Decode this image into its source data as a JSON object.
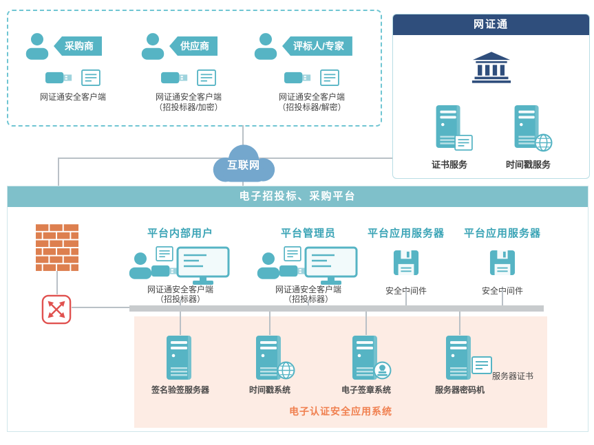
{
  "actors": {
    "items": [
      {
        "name": "采购商",
        "desc1": "网证通安全客户端",
        "desc2": ""
      },
      {
        "name": "供应商",
        "desc1": "网证通安全客户端",
        "desc2": "（招投标器/加密）"
      },
      {
        "name": "评标人/专家",
        "desc1": "网证通安全客户端",
        "desc2": "（招投标器/解密）"
      }
    ]
  },
  "internet": {
    "label": "互联网"
  },
  "netca": {
    "title": "网证通",
    "cert_service": "证书服务",
    "timestamp_service": "时间戳服务"
  },
  "platform": {
    "title": "电子招投标、采购平台",
    "col1": {
      "header": "平台内部用户",
      "desc1": "网证通安全客户端",
      "desc2": "（招投标器）"
    },
    "col2": {
      "header": "平台管理员",
      "desc1": "网证通安全客户端",
      "desc2": "（招投标器）"
    },
    "col3": {
      "header": "平台应用服务器",
      "label": "安全中间件"
    },
    "col4": {
      "header": "平台应用服务器",
      "label": "安全中间件"
    },
    "backend": {
      "s1": "签名验签服务器",
      "s2": "时间戳系统",
      "s3": "电子签章系统",
      "s4": "服务器密码机",
      "s4_extra": "服务器证书",
      "caption": "电子认证安全应用系统"
    }
  },
  "colors": {
    "teal": "#56b4c4",
    "navy": "#2f4e7c",
    "platform_header": "#7fc0ca",
    "pink_zone": "#fdece4",
    "orange": "#f08050",
    "cloud_blue": "#74a7cd",
    "firewall_brick": "#dd7f4f",
    "router_red": "#e0514f"
  }
}
